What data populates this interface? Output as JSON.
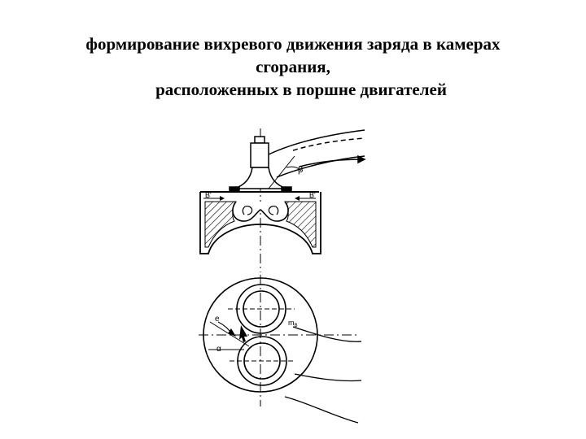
{
  "title": {
    "line1": "формирование вихревого движения заряда в камерах",
    "line2": "сгорания,",
    "line3": "расположенных в поршне двигателей"
  },
  "labels": {
    "beta": "β",
    "b_left": "B'",
    "b_right": "B'",
    "e": "e",
    "m_b": "m",
    "m_b_sub": "B",
    "alpha": "α"
  },
  "colors": {
    "ink": "#000000",
    "background": "#ffffff"
  }
}
